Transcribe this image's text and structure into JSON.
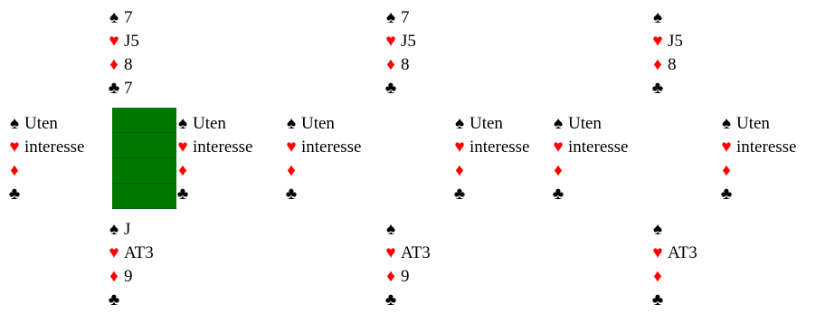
{
  "colors": {
    "red_suit": "#ff0000",
    "black_suit": "#000000",
    "felt": "#007800"
  },
  "suit_symbols": {
    "spades": "♠",
    "hearts": "♥",
    "diamonds": "♦",
    "clubs": "♣"
  },
  "diagrams": [
    {
      "north": {
        "spades": "7",
        "hearts": "J5",
        "diamonds": "8",
        "clubs": "7"
      },
      "west": {
        "spades": "Uten",
        "hearts": "interesse",
        "diamonds": "",
        "clubs": ""
      },
      "east": {
        "spades": "Uten",
        "hearts": "interesse",
        "diamonds": "",
        "clubs": ""
      },
      "south": {
        "spades": "J",
        "hearts": "AT3",
        "diamonds": "9",
        "clubs": ""
      },
      "show_table": true
    },
    {
      "north": {
        "spades": "7",
        "hearts": "J5",
        "diamonds": "8",
        "clubs": ""
      },
      "west": {
        "spades": "Uten",
        "hearts": "interesse",
        "diamonds": "",
        "clubs": ""
      },
      "east": {
        "spades": "Uten",
        "hearts": "interesse",
        "diamonds": "",
        "clubs": ""
      },
      "south": {
        "spades": "",
        "hearts": "AT3",
        "diamonds": "9",
        "clubs": ""
      },
      "show_table": false
    },
    {
      "north": {
        "spades": "",
        "hearts": "J5",
        "diamonds": "8",
        "clubs": ""
      },
      "west": {
        "spades": "Uten",
        "hearts": "interesse",
        "diamonds": "",
        "clubs": ""
      },
      "east": {
        "spades": "Uten",
        "hearts": "interesse",
        "diamonds": "",
        "clubs": ""
      },
      "south": {
        "spades": "",
        "hearts": "AT3",
        "diamonds": "",
        "clubs": ""
      },
      "show_table": false
    }
  ]
}
